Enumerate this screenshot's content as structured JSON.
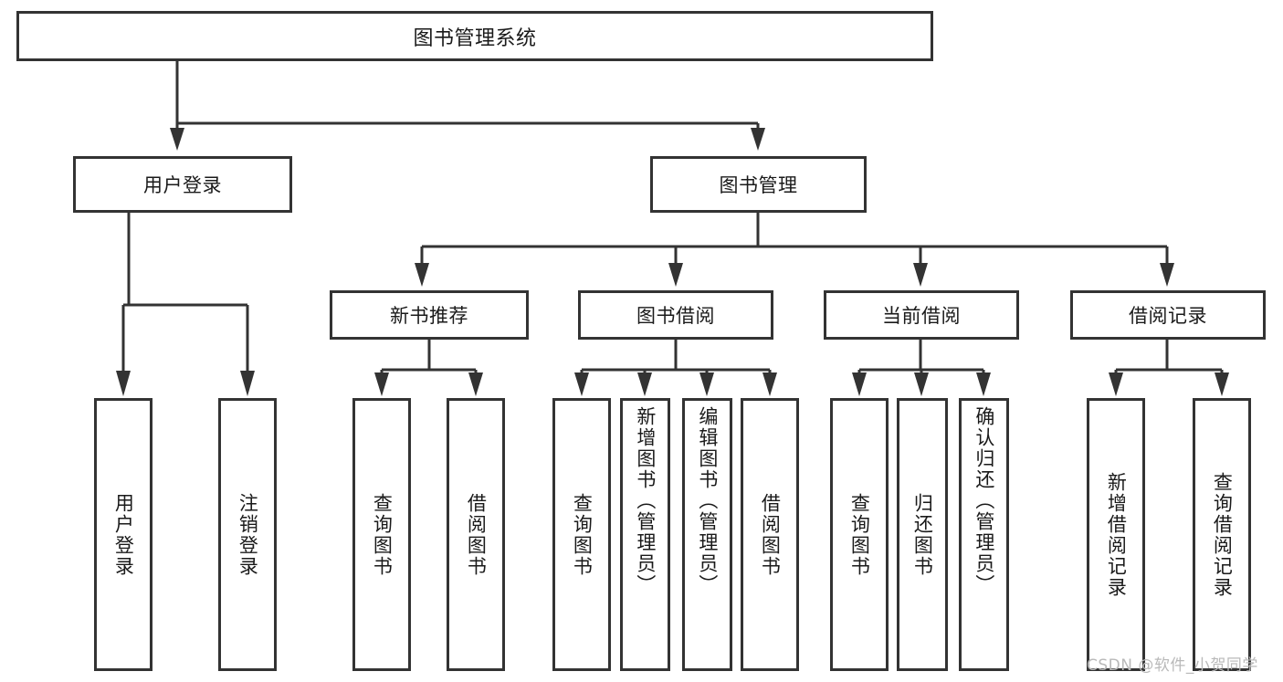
{
  "diagram": {
    "title": "图书管理系统",
    "type": "hierarchy-tree",
    "colors": {
      "background": "#ffffff",
      "border": "#333333",
      "text": "#1a1a1a",
      "watermark": "#b9b9b9"
    },
    "levels": {
      "root": {
        "label": "图书管理系统"
      },
      "level2": [
        {
          "label": "用户登录"
        },
        {
          "label": "图书管理"
        }
      ],
      "level3": [
        {
          "label": "新书推荐"
        },
        {
          "label": "图书借阅"
        },
        {
          "label": "当前借阅"
        },
        {
          "label": "借阅记录"
        }
      ],
      "leaves": {
        "user_login": [
          {
            "label": "用户登录"
          },
          {
            "label": "注销登录"
          }
        ],
        "new_book_recommend": [
          {
            "label": "查询图书"
          },
          {
            "label": "借阅图书"
          }
        ],
        "book_borrow": [
          {
            "label": "查询图书"
          },
          {
            "label": "新增图书（管理员）"
          },
          {
            "label": "编辑图书（管理员）"
          },
          {
            "label": "借阅图书"
          }
        ],
        "current_borrow": [
          {
            "label": "查询图书"
          },
          {
            "label": "归还图书"
          },
          {
            "label": "确认归还（管理员）"
          }
        ],
        "borrow_record": [
          {
            "label": "新增借阅记录"
          },
          {
            "label": "查询借阅记录"
          }
        ]
      }
    }
  },
  "watermark": {
    "text": "CSDN @软件_小贺同学"
  }
}
